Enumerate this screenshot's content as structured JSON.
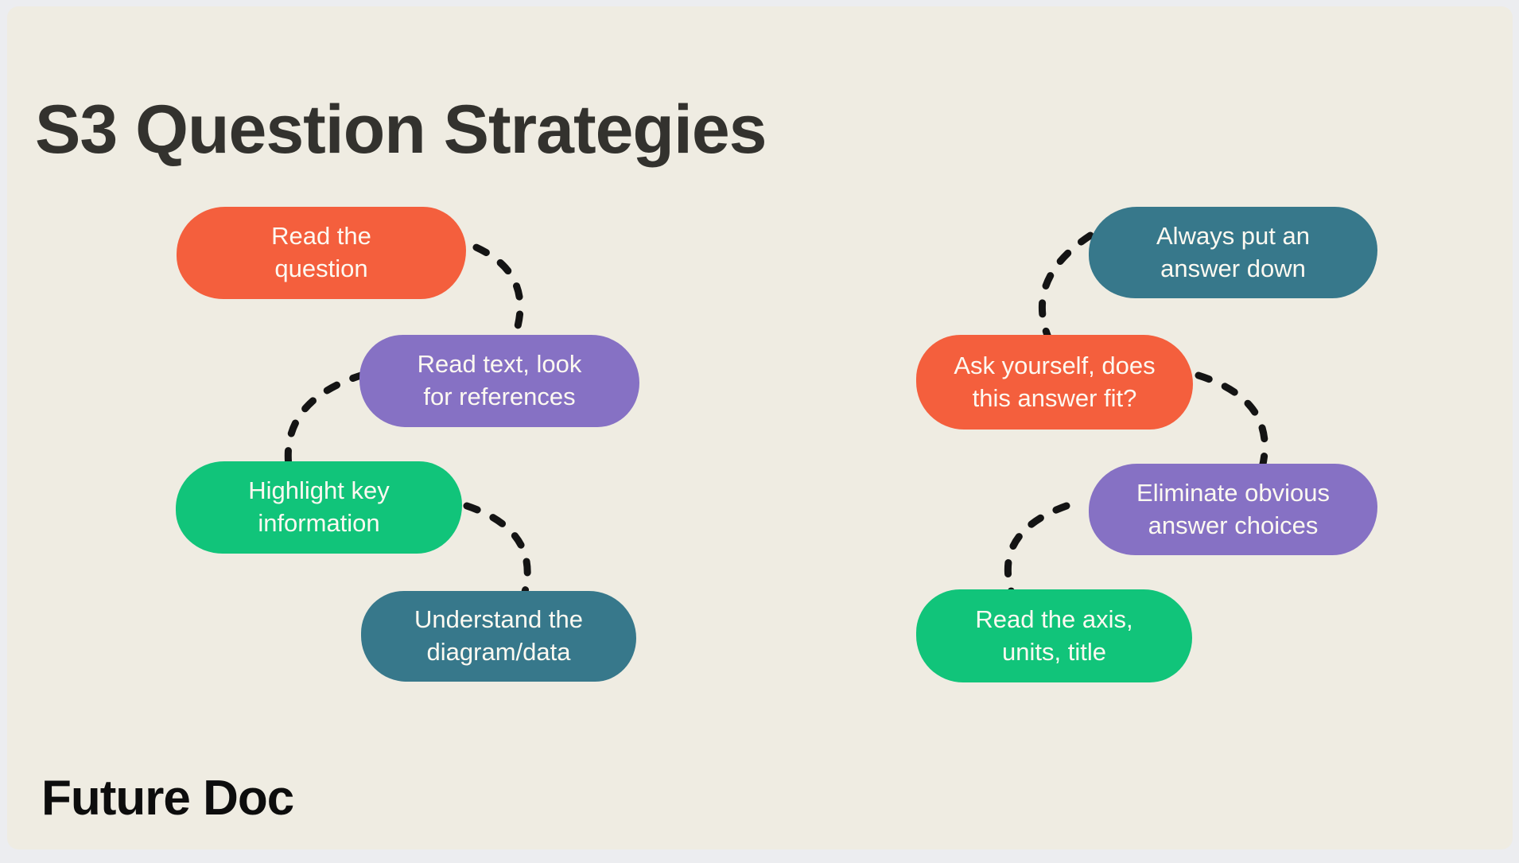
{
  "diagram": {
    "title": "S3 Question Strategies",
    "brand": "Future Doc",
    "left_flow": [
      {
        "id": "read-question",
        "color": "orange",
        "label": "Read the question",
        "lines": [
          "Read the",
          "question"
        ]
      },
      {
        "id": "read-text",
        "color": "purple",
        "label": "Read text, look for references",
        "lines": [
          "Read text, look",
          "for references"
        ]
      },
      {
        "id": "highlight-key",
        "color": "green",
        "label": "Highlight key information",
        "lines": [
          "Highlight key",
          "information"
        ]
      },
      {
        "id": "understand-diagram",
        "color": "teal",
        "label": "Understand the diagram/data",
        "lines": [
          "Understand the",
          "diagram/data"
        ]
      }
    ],
    "right_flow": [
      {
        "id": "always-answer",
        "color": "teal",
        "label": "Always put an answer down",
        "lines": [
          "Always put an",
          "answer down"
        ]
      },
      {
        "id": "ask-yourself",
        "color": "orange",
        "label": "Ask yourself, does this answer fit?",
        "lines": [
          "Ask yourself, does",
          "this answer fit?"
        ]
      },
      {
        "id": "eliminate-choices",
        "color": "purple",
        "label": "Eliminate obvious answer choices",
        "lines": [
          "Eliminate obvious",
          "answer choices"
        ]
      },
      {
        "id": "read-axis",
        "color": "green",
        "label": "Read the axis, units, title",
        "lines": [
          "Read the axis,",
          "units, title"
        ]
      }
    ],
    "colors": {
      "background": "#EFECE2",
      "outer_margin": "#ECEDF0",
      "orange": "#F45F3D",
      "purple": "#8671C4",
      "green": "#11C47A",
      "teal": "#37788B",
      "connector": "#141414",
      "pill_text": "#FDF9F1",
      "title_text": "#33322E",
      "brand_text": "#0D0D0D"
    }
  }
}
